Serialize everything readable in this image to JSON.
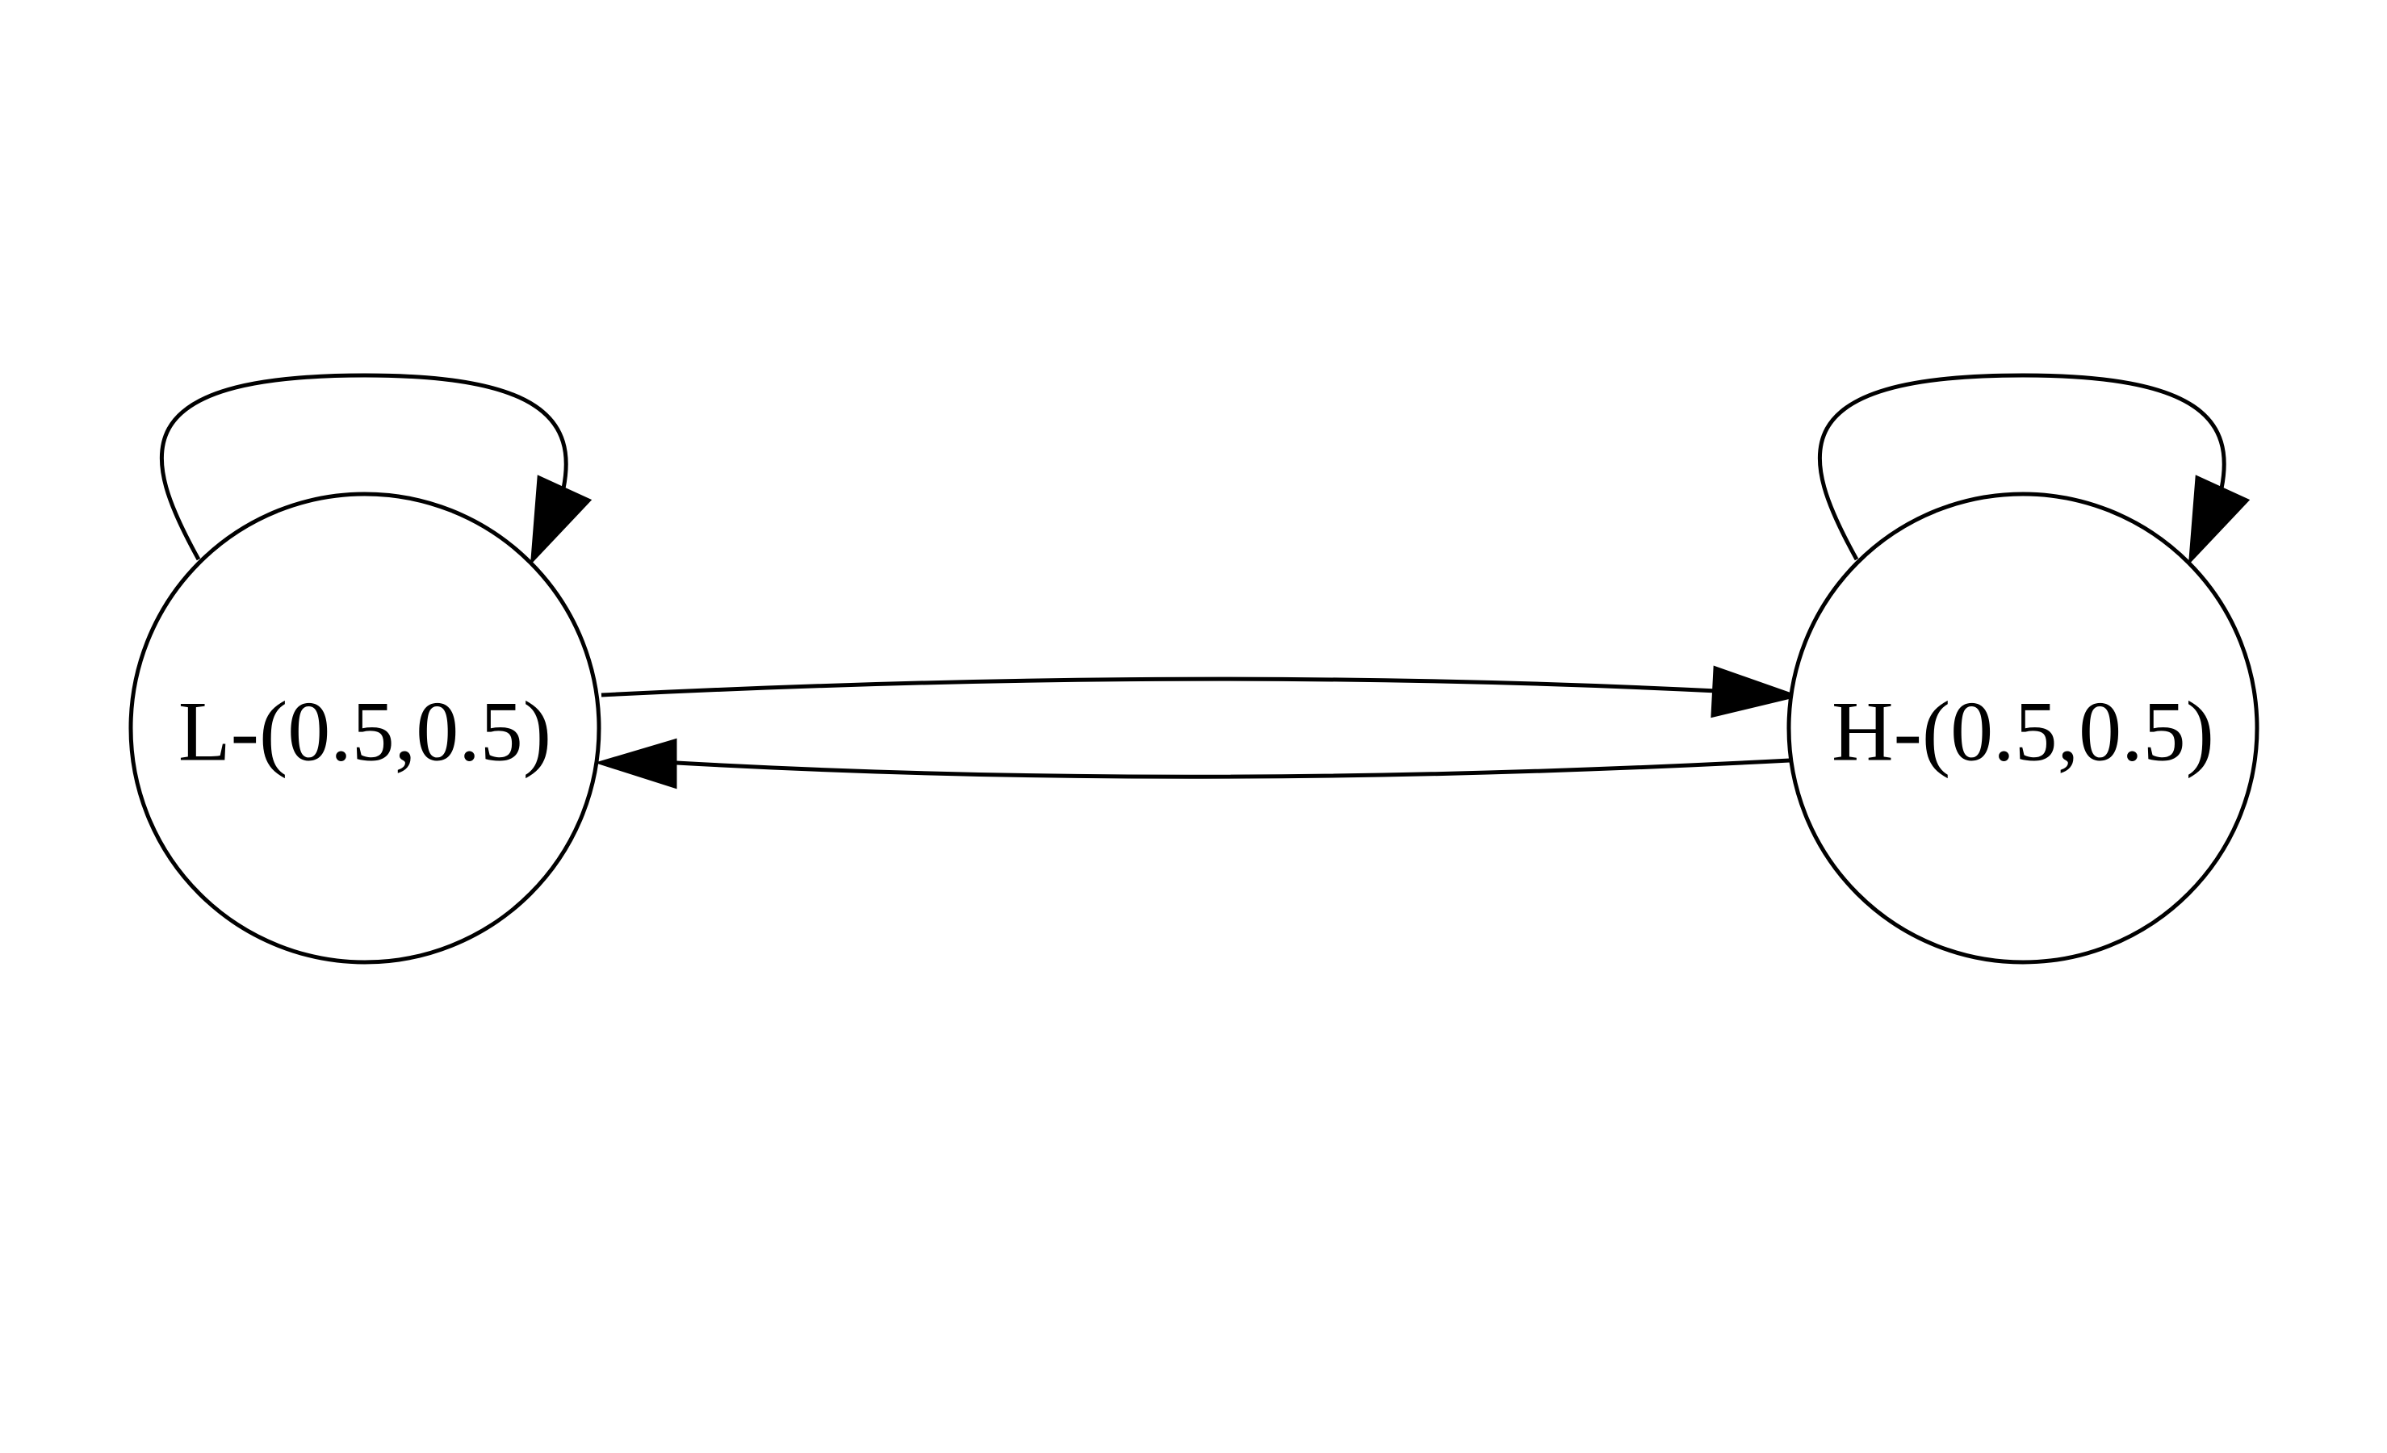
{
  "diagram": {
    "type": "state-transition-graph",
    "nodes": [
      {
        "id": "L",
        "label": "L-(0.5,0.5)"
      },
      {
        "id": "H",
        "label": "H-(0.5,0.5)"
      }
    ],
    "edges": [
      {
        "from": "L",
        "to": "L"
      },
      {
        "from": "L",
        "to": "H"
      },
      {
        "from": "H",
        "to": "L"
      },
      {
        "from": "H",
        "to": "H"
      }
    ],
    "colors": {
      "stroke": "#000000",
      "background": "#ffffff"
    }
  }
}
